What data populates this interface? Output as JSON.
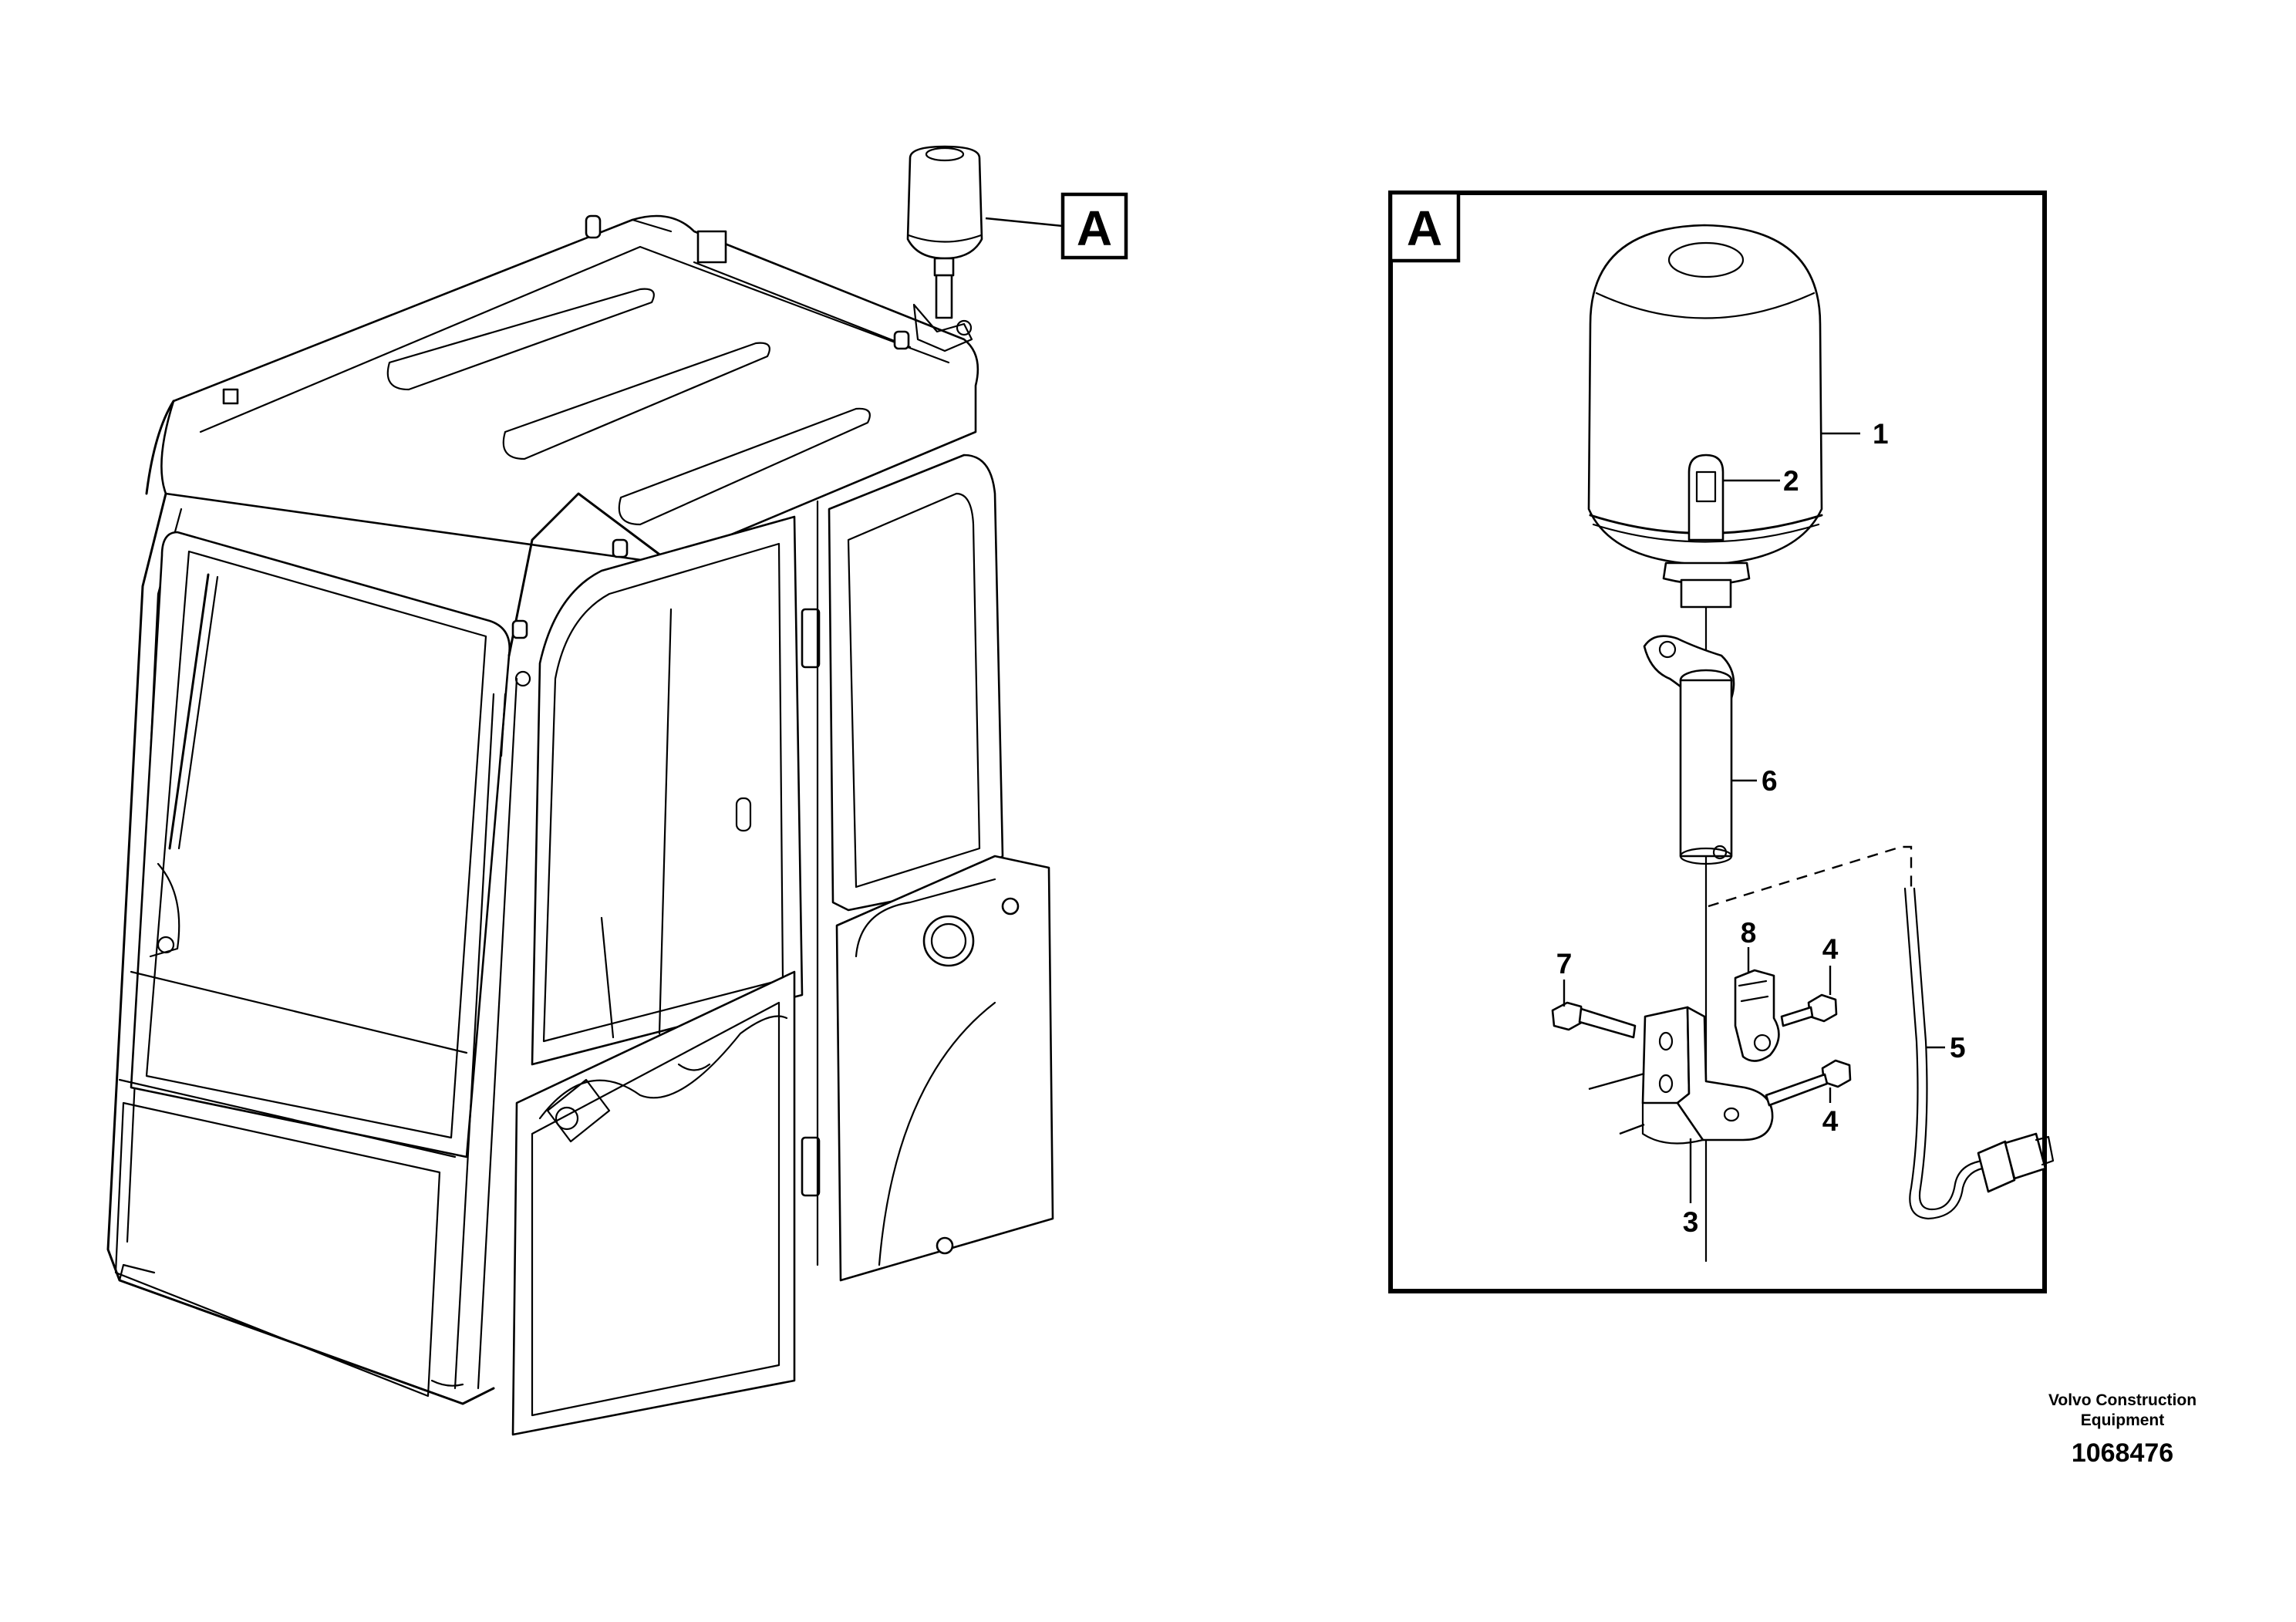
{
  "view_label": "A",
  "callouts": {
    "c1": "1",
    "c2": "2",
    "c3": "3",
    "c4a": "4",
    "c4b": "4",
    "c5": "5",
    "c6": "6",
    "c7": "7",
    "c8": "8"
  },
  "footer": {
    "company_line1": "Volvo Construction",
    "company_line2": "Equipment",
    "drawing_number": "1068476"
  }
}
